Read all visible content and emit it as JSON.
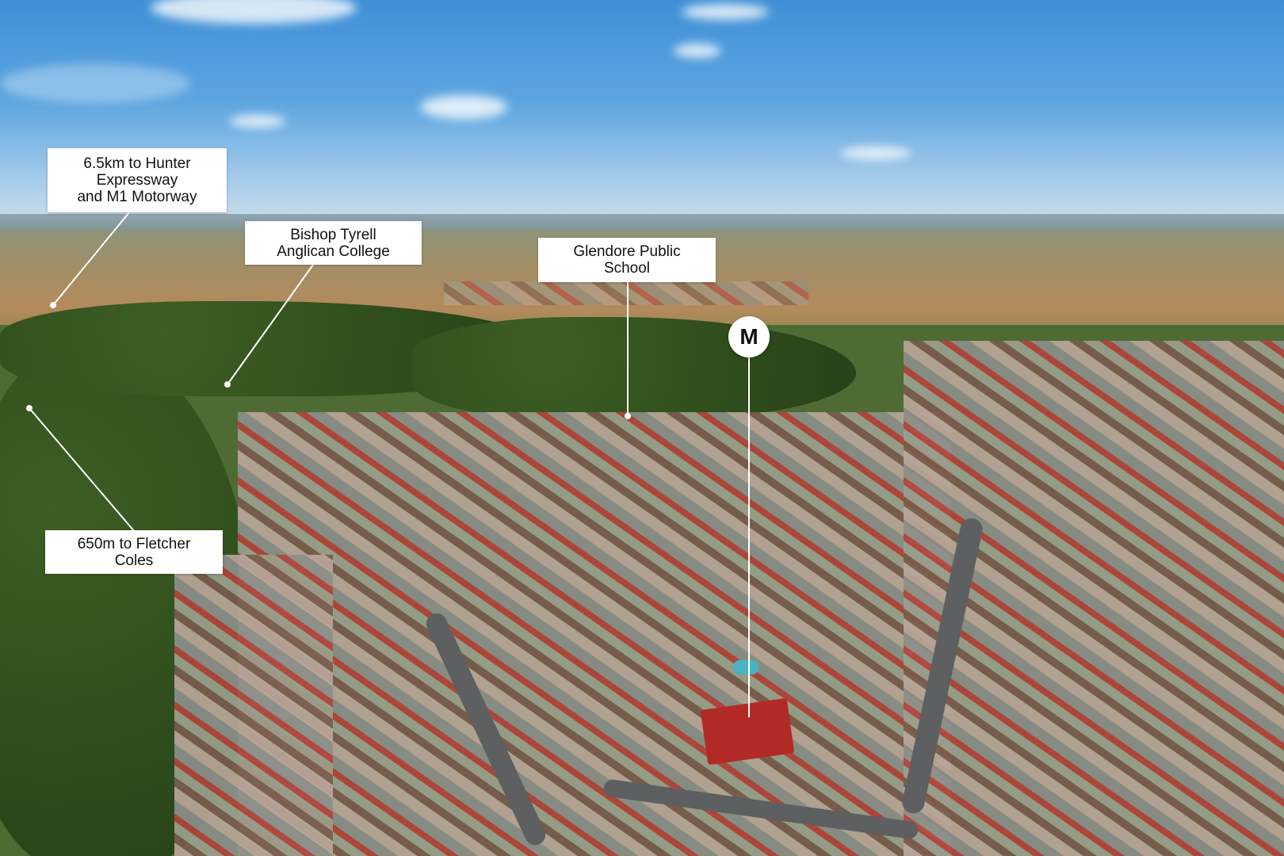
{
  "photo": {
    "description_icon": "aerial-photo",
    "colors": {
      "sky": "#5ea6e0",
      "vegetation": "#3d5e24",
      "roof_accent": "#b22a25",
      "label_bg": "#ffffff",
      "label_text": "#111111"
    }
  },
  "labels": {
    "expressway": "6.5km to Hunter\nExpressway\nand M1 Motorway",
    "college": "Bishop Tyrell\nAnglican College",
    "school": "Glendore Public\nSchool",
    "shops": "650m to Fletcher\nColes"
  },
  "marker": {
    "letter": "M"
  }
}
